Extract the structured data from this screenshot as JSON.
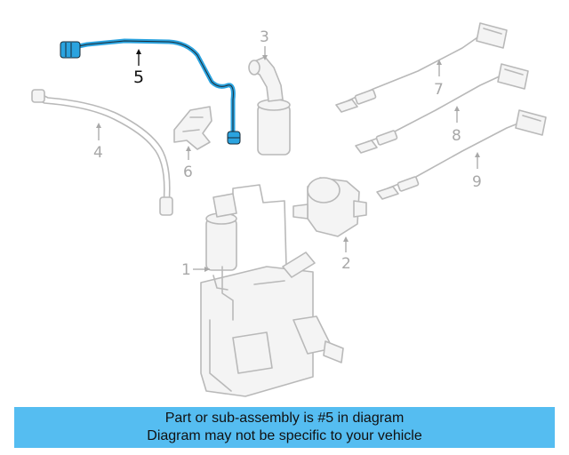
{
  "callouts": {
    "c1": "1",
    "c2": "2",
    "c3": "3",
    "c4": "4",
    "c5": "5",
    "c6": "6",
    "c7": "7",
    "c8": "8",
    "c9": "9"
  },
  "highlighted_part": "5",
  "colors": {
    "highlight": "#2ba3df",
    "banner": "#55bdf1",
    "part_outline": "#b9b9b9"
  },
  "banner": {
    "line1": "Part or sub-assembly is #5 in diagram",
    "line2": "Diagram may not be specific to your vehicle"
  }
}
